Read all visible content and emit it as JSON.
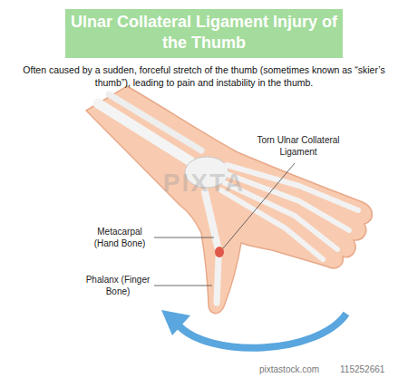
{
  "diagram": {
    "title": "Ulnar Collateral Ligament Injury of the Thumb",
    "labels": [
      "Often caused by a sudden, forceful stretch of the thumb (sometimes known as “skier’s thumb”), leading to pain and instability in the thumb.",
      "Torn Ulnar Collateral Ligament",
      "Metacarpal (Hand Bone)",
      "Phalanx (Finger Bone)",
      "PIXTA",
      "pixtastock.com",
      "115252661"
    ]
  }
}
